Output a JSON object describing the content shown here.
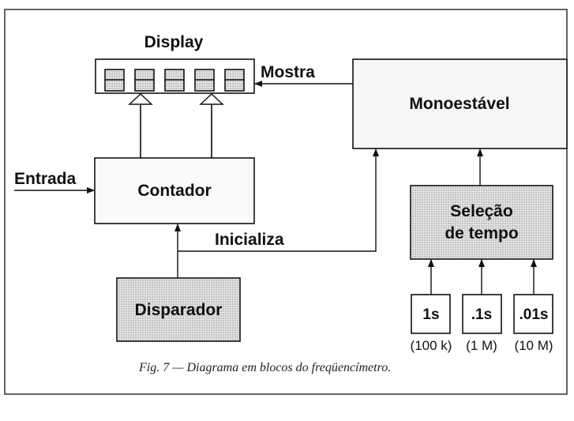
{
  "blocks": {
    "display": "Display",
    "mostra": "Mostra",
    "monoestavel": "Monoestável",
    "entrada": "Entrada",
    "contador": "Contador",
    "inicializa": "Inicializa",
    "disparador": "Disparador",
    "selecao_line1": "Seleção",
    "selecao_line2": "de tempo"
  },
  "time_options": [
    {
      "label": "1s",
      "sub": "(100 k)"
    },
    {
      "label": ".1s",
      "sub": "(1 M)"
    },
    {
      "label": ".01s",
      "sub": "(10 M)"
    }
  ],
  "caption": "Fig. 7 — Diagrama em blocos do freqüencímetro.",
  "display_digits": 5
}
